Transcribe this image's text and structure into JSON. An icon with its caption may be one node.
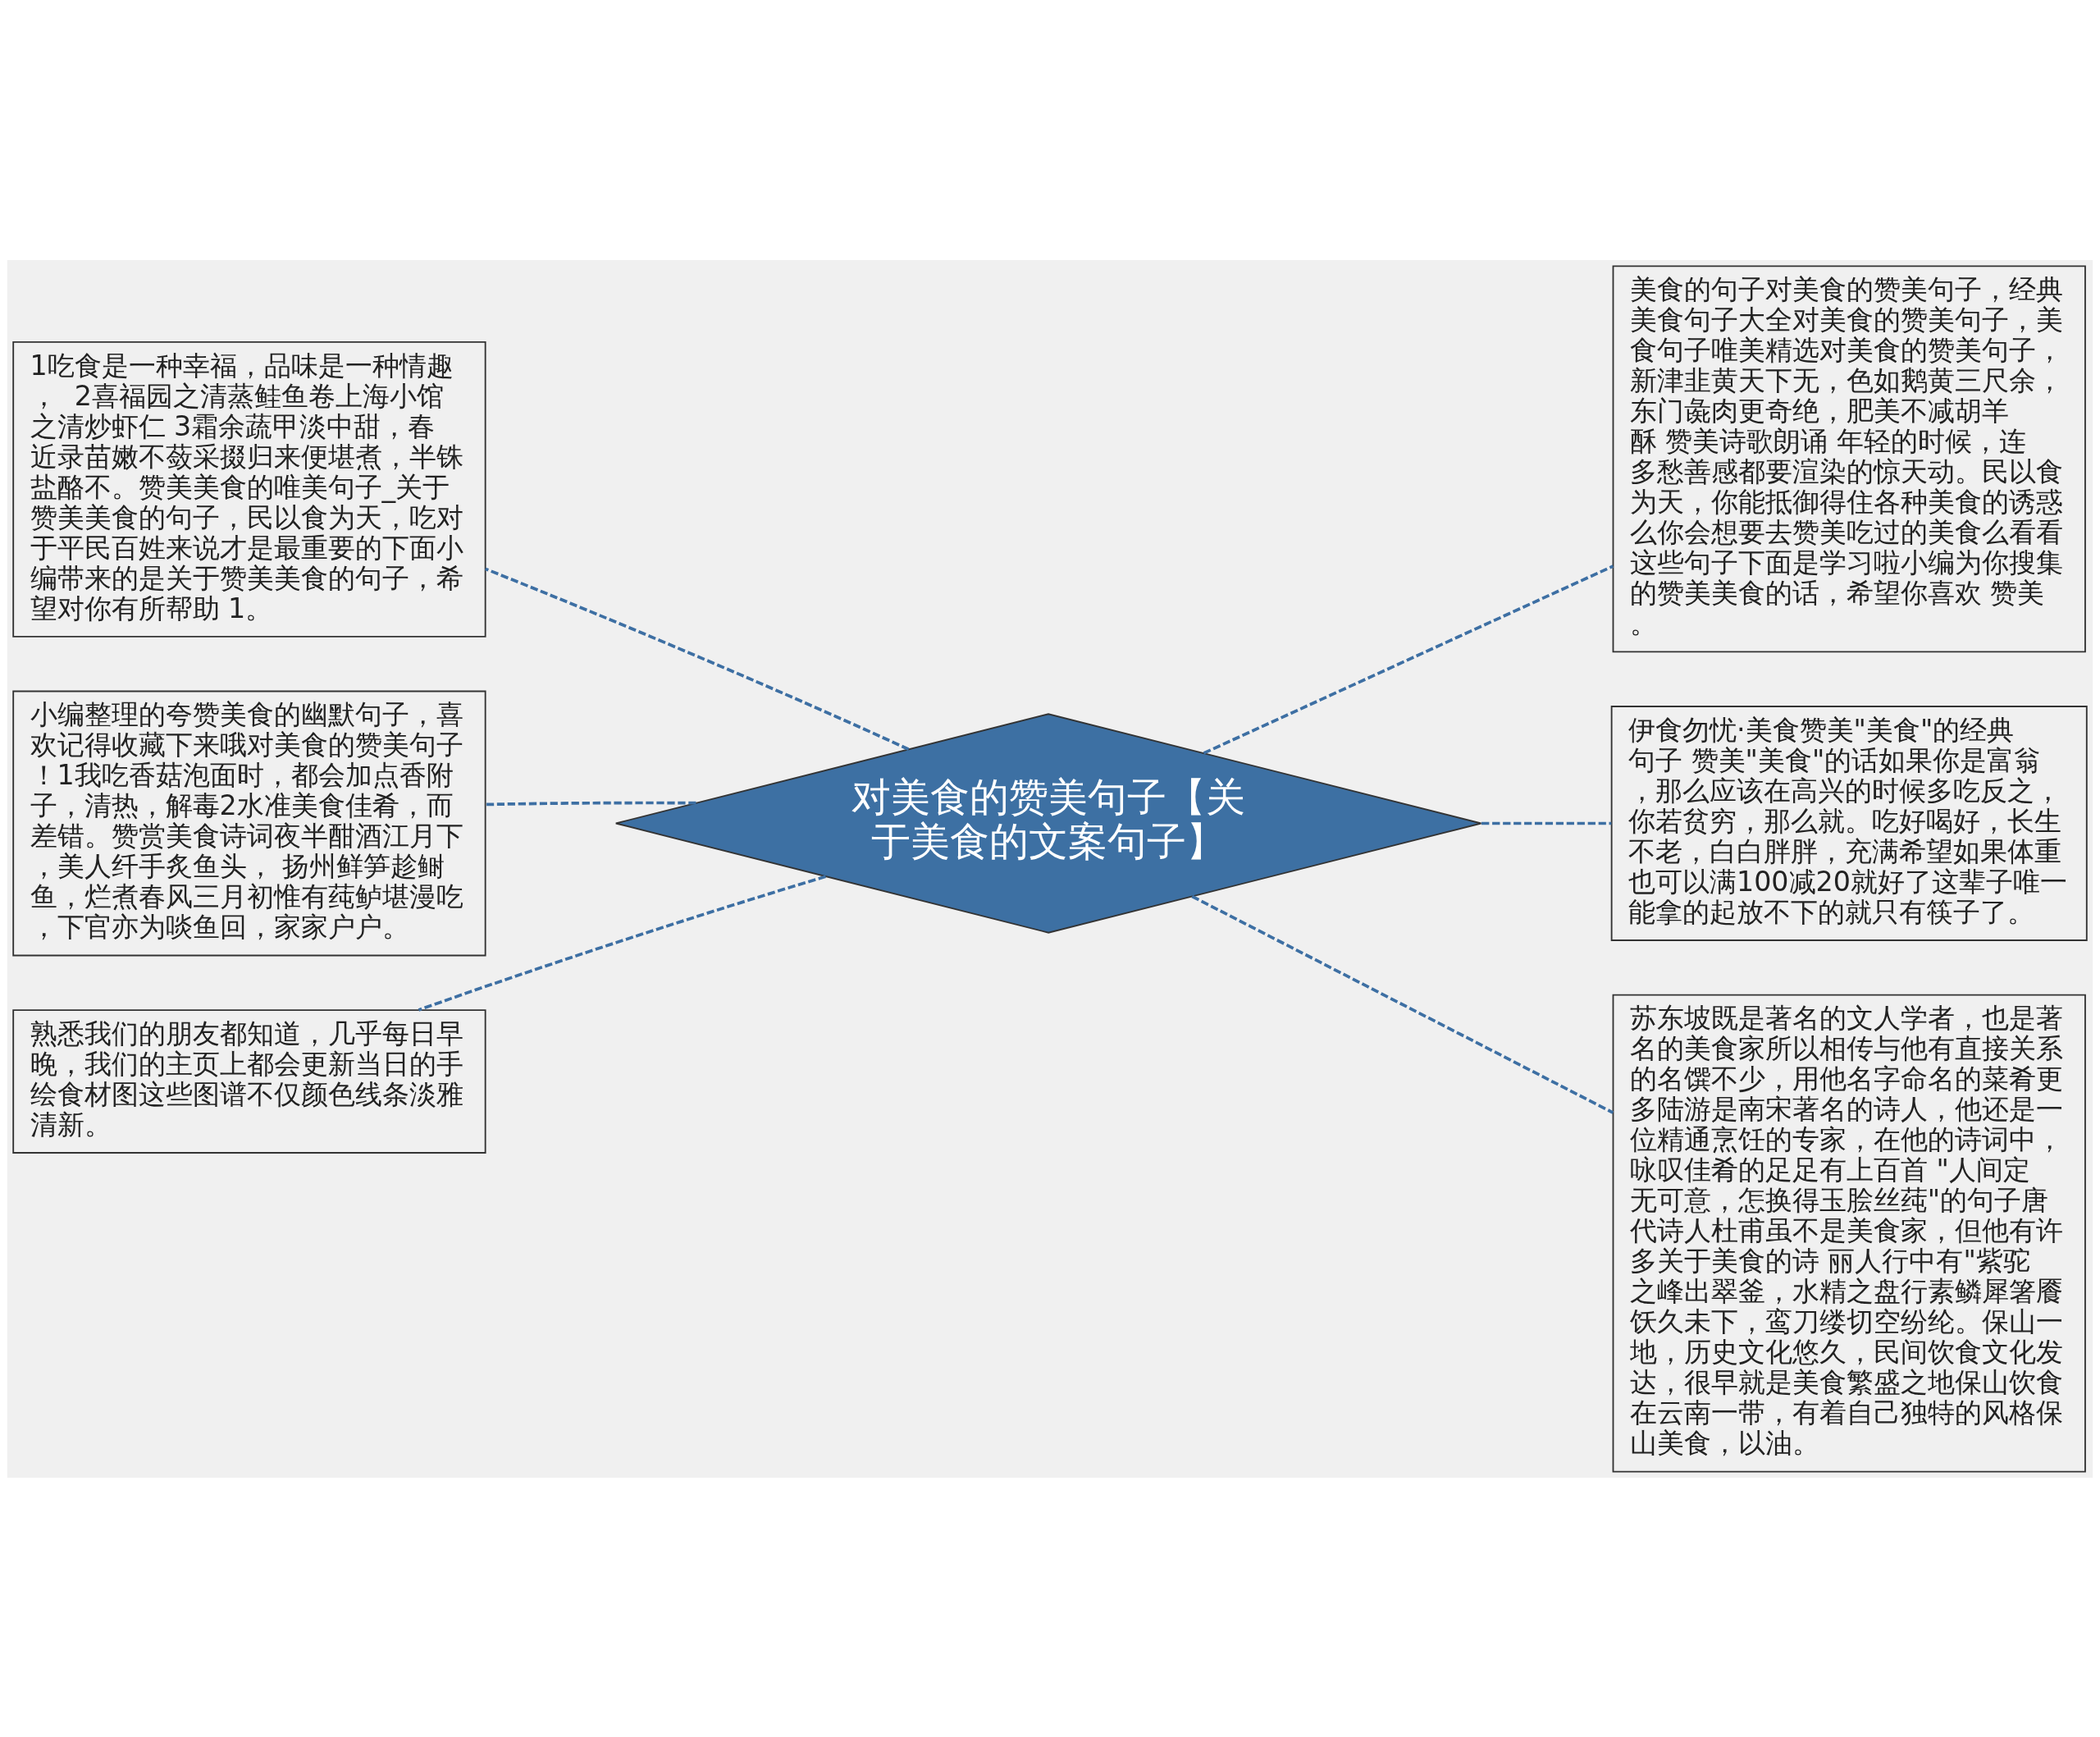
{
  "diagram": {
    "nodes": [
      {
        "text": [
          "对美食的赞美句子【关于美食的文案句子】"
        ]
      },
      {
        "text": [
          "1吃食是一种幸福，品味是一种情趣，  2喜福园之清蒸鲑鱼卷上海小馆之清炒虾仁 3霜余蔬甲淡中甜，春近录苗嫩不蔹采掇归来便堪煮，半铢盐酪不。赞美美食的唯美句子_关于赞美美食的句子，民以食为天，吃对于平民百姓来说才是最重要的下面小编带来的是关于赞美美食的句子，希望对你有所帮助 1。"
        ]
      },
      {
        "text": [
          "小编整理的夸赞美食的幽默句子，喜欢记得收藏下来哦对美食的赞美句子！1我吃香菇泡面时，都会加点香附子，清热，解毒2水准美食佳肴，而差错。赞赏美食诗词夜半酣酒江月下，美人纤手炙鱼头， 扬州鲜笋趁鲥鱼，烂煮春风三月初惟有莼鲈堪漫吃，下官亦为啖鱼回，家家户户。"
        ]
      },
      {
        "text": [
          "熟悉我们的朋友都知道，几乎每日早晚，我们的主页上都会更新当日的手绘食材图这些图谱不仅颜色线条淡雅清新。"
        ]
      },
      {
        "text": [
          "美食的句子对美食的赞美句子，经典美食句子大全对美食的赞美句子，美食句子唯美精选对美食的赞美句子，新津韭黄天下无，色如鹅黄三尺余，东门彘肉更奇绝，肥美不减胡羊酥 赞美诗歌朗诵 年轻的时候，连多愁善感都要渲染的惊天动。民以食为天，你能抵御得住各种美食的诱惑么你会想要去赞美吃过的美食么看看这些句子下面是学习啦小编为你搜集的赞美美食的话，希望你喜欢 赞美。"
        ]
      },
      {
        "text": [
          "伊食勿忧·美食赞美\"美食\"的经典句子 赞美\"美食\"的话如果你是富翁，那么应该在高兴的时候多吃反之，你若贫穷，那么就。吃好喝好，长生不老，白白胖胖，充满希望如果体重也可以满100减20就好了这辈子唯一能拿的起放不下的就只有筷子了。"
        ]
      },
      {
        "text": [
          "苏东坡既是著名的文人学者，也是著名的美食家所以相传与他有直接关系的名馔不少，用他名字命名的菜肴更多陆游是南宋著名的诗人，他还是一位精通烹饪的专家，在他的诗词中，咏叹佳肴的足足有上百首 \"人间定无可意，怎换得玉脍丝莼\"的句子唐代诗人杜甫虽不是美食家，但他有许多关于美食的诗 丽人行中有\"紫驼之峰出翠釜，水精之盘行素鳞犀箸餍饫久未下，鸾刀缕切空纷纶。保山一地，历史文化悠久，民间饮食文化发达，很早就是美食繁盛之地保山饮食在云南一带，有着自己独特的风格保山美食，以油。"
        ]
      }
    ],
    "edges": [
      {
        "from": 0,
        "to": 1,
        "arrow": "none",
        "style": "dashed"
      },
      {
        "from": 0,
        "to": 2,
        "arrow": "none",
        "style": "dashed"
      },
      {
        "from": 0,
        "to": 3,
        "arrow": "none",
        "style": "dashed"
      },
      {
        "from": 0,
        "to": 4,
        "arrow": "none",
        "style": "dashed"
      },
      {
        "from": 0,
        "to": 5,
        "arrow": "none",
        "style": "dashed"
      },
      {
        "from": 0,
        "to": 6,
        "arrow": "none",
        "style": "dashed"
      }
    ]
  }
}
